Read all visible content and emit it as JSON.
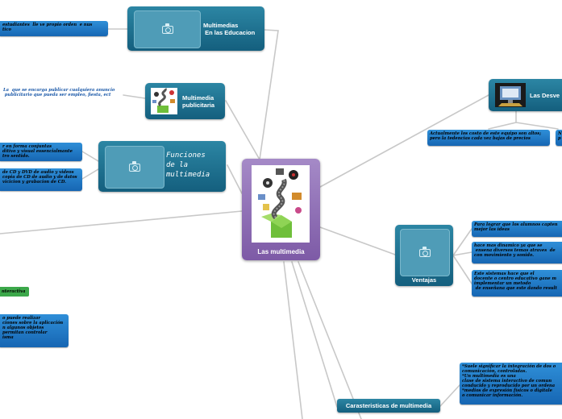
{
  "center": {
    "title": "Las multimedia",
    "image": "multimedia-collage-icon"
  },
  "nodes": {
    "educacion": {
      "title": "Multimedias\n En las Educacion",
      "icon": "camera-icon",
      "note": "estudiantes  lle ve propio orden  e nus\ntico"
    },
    "publicitaria": {
      "title": "Multimedia\npublicitaria",
      "icon": "multimedia-collage-icon",
      "note": "La  que se encarga publicar cualquiera anuncio\n publicitario que pueda ser empleo, fiesta, ect"
    },
    "funciones": {
      "title": "Funciones\nde la\nmultimedia",
      "icon": "camera-icon",
      "notes": [
        "r en forma conjuntas\nditivo y visual essencialmante\ntro sentido.",
        "de CD y DVD de audio y videos\ncopia de CD de audio y de datos\nvicicion y grabacion de CD."
      ]
    },
    "desventajas": {
      "title": "Las Desve",
      "icon": "monitor-icon",
      "notes": [
        "Actualmente los costo de este equipo son altos;\npero la tedencias cada vez bajas de precios",
        "N\np"
      ]
    },
    "ventajas": {
      "title": "Ventajas",
      "icon": "camera-icon",
      "notes": [
        "Para lograr que los alumnos capten\nmejor las ideas",
        "hace mas dinamico ya que se\n ensena diversos temas atraves  de\ncon movimiento y sonido.",
        "Este sistemas hace que el\ndocente o centro educativo gane m\nimplementar un metodo\n de enseñana que este dando result"
      ]
    },
    "caracteristicas": {
      "title": "Carasteristicas de multimedia",
      "note": "*Suele significar la integración de dos o\ncomunicación, controladas.\n*Un multimedia es una\nclase de sistema interactivo de comun\nconducido y reproducido por un ordena\n*medios de expresión físicos o digitale\no comunicar información."
    },
    "interactiva": {
      "label": "nteractiva",
      "note": "o puede realizar\nciones sobre la aplicación\nn algunos objetos\npermitan controlar\nisma"
    }
  },
  "colors": {
    "topic": "#1f7394",
    "center": "#8c6bb1",
    "subtopic": "#1e7bcc",
    "green": "#3ca84a",
    "connector": "#c8c8c8"
  }
}
